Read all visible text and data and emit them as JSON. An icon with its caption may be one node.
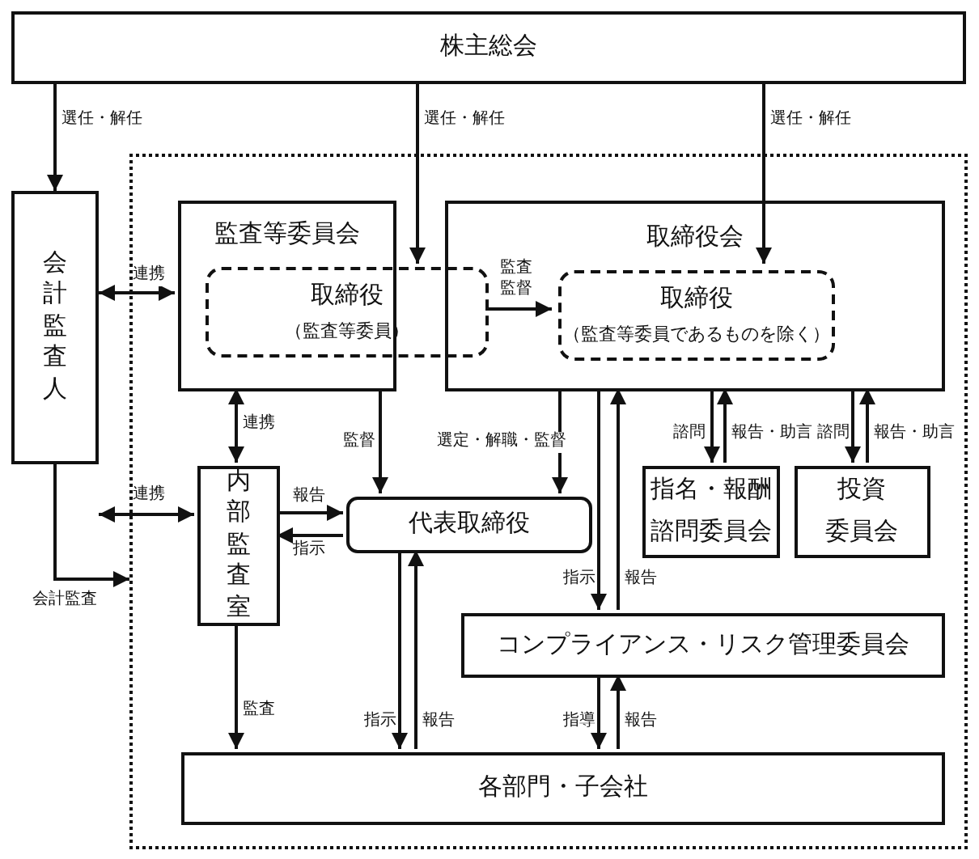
{
  "diagram": {
    "nodes": [
      {
        "text": [
          "株主総会"
        ]
      },
      {
        "text": [],
        "shape": "box"
      },
      {
        "text": [
          "会計監査人"
        ]
      },
      {
        "text": [
          "監査等委員会"
        ],
        "in": 1
      },
      {
        "text": [
          "取締役",
          "（監査等委員）"
        ],
        "in": 1
      },
      {
        "text": [
          "取締役会"
        ],
        "in": 1
      },
      {
        "text": [
          "取締役",
          "（監査等委員であるものを除く）"
        ],
        "in": 5
      },
      {
        "text": [
          "内部監査室"
        ],
        "in": 1
      },
      {
        "text": [
          "代表取締役"
        ],
        "in": 1
      },
      {
        "text": [
          "指名・報酬諮問委員会"
        ],
        "in": 1
      },
      {
        "text": [
          "投資委員会"
        ],
        "in": 1
      },
      {
        "text": [
          "コンプライアンス・リスク管理委員会"
        ],
        "in": 1
      },
      {
        "text": [
          "各部門・子会社"
        ],
        "in": 1
      }
    ],
    "edges": [
      {
        "from": 0,
        "to": 2,
        "arrow": "to",
        "label": "選任・解任"
      },
      {
        "from": 0,
        "to": 4,
        "arrow": "to",
        "label": "選任・解任"
      },
      {
        "from": 0,
        "to": 6,
        "arrow": "to",
        "label": "選任・解任"
      },
      {
        "from": 2,
        "to": 3,
        "arrow": "both",
        "label": "連携"
      },
      {
        "from": 4,
        "to": 6,
        "arrow": "to",
        "label": "監査監督"
      },
      {
        "from": 3,
        "to": 7,
        "arrow": "both",
        "label": "連携"
      },
      {
        "from": 2,
        "to": 7,
        "arrow": "both",
        "label": "連携"
      },
      {
        "from": 2,
        "to": 1,
        "arrow": "to",
        "label": "会計監査"
      },
      {
        "from": 3,
        "to": 8,
        "arrow": "to",
        "label": "監督"
      },
      {
        "from": 5,
        "to": 8,
        "arrow": "to",
        "label": "選定・解職・監督"
      },
      {
        "from": 7,
        "to": 8,
        "arrow": "to",
        "label": "報告"
      },
      {
        "from": 8,
        "to": 7,
        "arrow": "to",
        "label": "指示"
      },
      {
        "from": 5,
        "to": 9,
        "arrow": "to",
        "label": "諮問"
      },
      {
        "from": 9,
        "to": 5,
        "arrow": "to",
        "label": "報告・助言"
      },
      {
        "from": 5,
        "to": 10,
        "arrow": "to",
        "label": "諮問"
      },
      {
        "from": 10,
        "to": 5,
        "arrow": "to",
        "label": "報告・助言"
      },
      {
        "from": 5,
        "to": 11,
        "arrow": "to",
        "label": "指示"
      },
      {
        "from": 11,
        "to": 5,
        "arrow": "to",
        "label": "報告"
      },
      {
        "from": 7,
        "to": 12,
        "arrow": "to",
        "label": "監査"
      },
      {
        "from": 8,
        "to": 12,
        "arrow": "to",
        "label": "指示"
      },
      {
        "from": 12,
        "to": 8,
        "arrow": "to",
        "label": "報告"
      },
      {
        "from": 11,
        "to": 12,
        "arrow": "to",
        "label": "指導"
      },
      {
        "from": 12,
        "to": 11,
        "arrow": "to",
        "label": "報告"
      }
    ]
  }
}
